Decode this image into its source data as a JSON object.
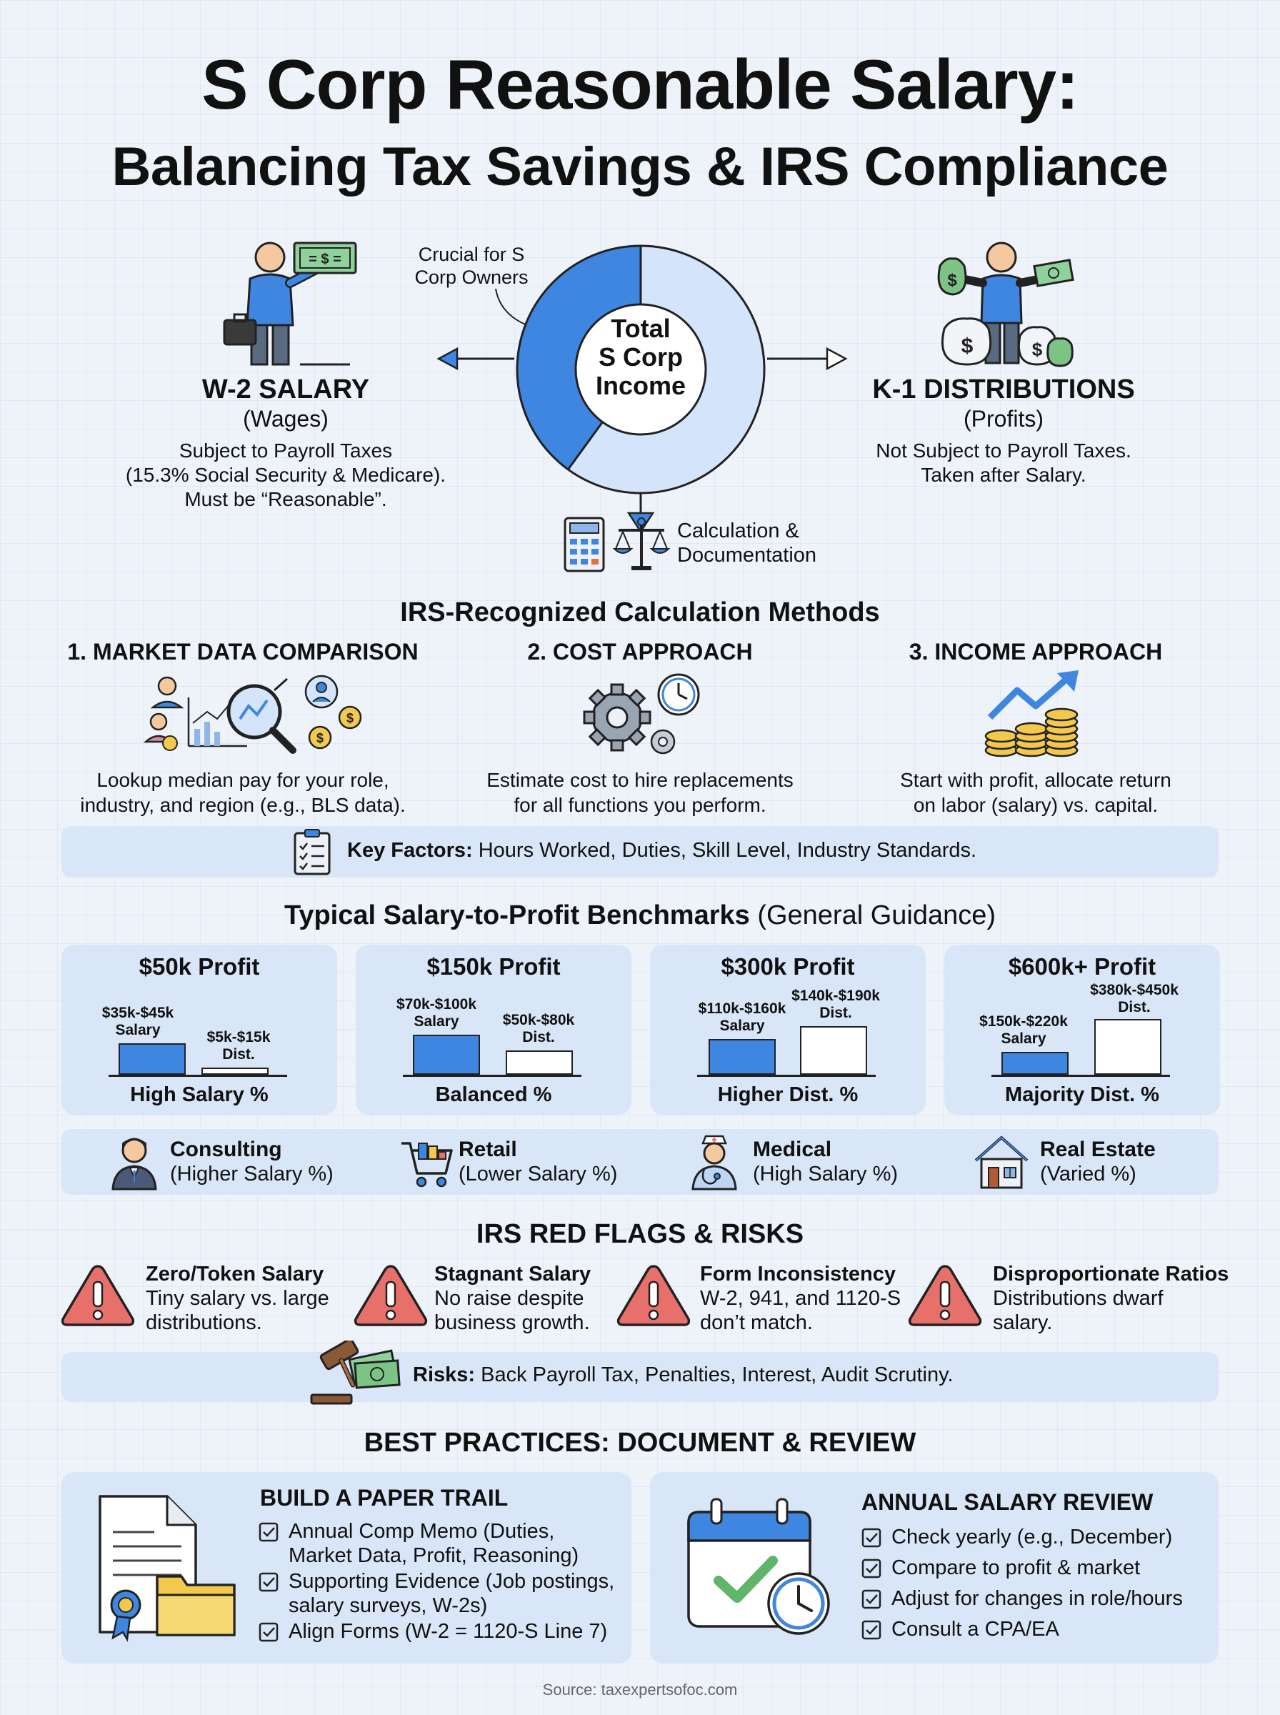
{
  "title": {
    "line1": "S Corp Reasonable Salary:",
    "line2": "Balancing Tax Savings & IRS Compliance"
  },
  "hero": {
    "left": {
      "heading": "W-2 SALARY",
      "sub": "(Wages)",
      "body": [
        "Subject to Payroll Taxes",
        "(15.3% Social Security & Medicare).",
        "Must be “Reasonable”."
      ],
      "bill_symbol": "= $ ="
    },
    "center": {
      "callout": [
        "Crucial for S",
        "Corp Owners"
      ],
      "label": [
        "Total",
        "S Corp",
        "Income"
      ],
      "salary_share": 0.4,
      "calc_text": [
        "Calculation &",
        "Documentation"
      ]
    },
    "right": {
      "heading": "K-1 DISTRIBUTIONS",
      "sub": "(Profits)",
      "body": [
        "Not Subject to Payroll Taxes.",
        "Taken after Salary."
      ]
    }
  },
  "methods": {
    "title": "IRS-Recognized Calculation Methods",
    "items": [
      {
        "heading": "1. MARKET DATA COMPARISON",
        "desc": [
          "Lookup median pay for your role,",
          "industry, and region (e.g., BLS data)."
        ]
      },
      {
        "heading": "2. COST APPROACH",
        "desc": [
          "Estimate cost to hire replacements",
          "for all functions you perform."
        ]
      },
      {
        "heading": "3. INCOME APPROACH",
        "desc": [
          "Start with profit, allocate return",
          "on labor (salary) vs. capital."
        ]
      }
    ],
    "key_factors_label": "Key Factors:",
    "key_factors_text": " Hours Worked, Duties, Skill Level, Industry Standards."
  },
  "benchmarks": {
    "title_bold": "Typical Salary-to-Profit Benchmarks",
    "title_normal": " (General Guidance)",
    "cards": [
      {
        "title": "$50k Profit",
        "salary_label": [
          "$35k-$45k",
          "Salary"
        ],
        "dist_label": [
          "$5k-$15k",
          "Dist."
        ],
        "footer": "High Salary %"
      },
      {
        "title": "$150k Profit",
        "salary_label": [
          "$70k-$100k",
          "Salary"
        ],
        "dist_label": [
          "$50k-$80k",
          "Dist."
        ],
        "footer": "Balanced %"
      },
      {
        "title": "$300k Profit",
        "salary_label": [
          "$110k-$160k",
          "Salary"
        ],
        "dist_label": [
          "$140k-$190k",
          "Dist."
        ],
        "footer": "Higher Dist. %"
      },
      {
        "title": "$600k+ Profit",
        "salary_label": [
          "$150k-$220k",
          "Salary"
        ],
        "dist_label": [
          "$380k-$450k",
          "Dist."
        ],
        "footer": "Majority Dist. %"
      }
    ],
    "industries": [
      {
        "name": "Consulting",
        "note": "(Higher Salary %)",
        "icon": "consultant-icon"
      },
      {
        "name": "Retail",
        "note": "(Lower Salary %)",
        "icon": "shopping-cart-icon"
      },
      {
        "name": "Medical",
        "note": "(High Salary %)",
        "icon": "nurse-icon"
      },
      {
        "name": "Real Estate",
        "note": "(Varied %)",
        "icon": "house-icon"
      }
    ]
  },
  "red_flags": {
    "title": "IRS RED FLAGS & RISKS",
    "items": [
      {
        "heading": "Zero/Token Salary",
        "body": [
          "Tiny salary vs. large",
          "distributions."
        ]
      },
      {
        "heading": "Stagnant Salary",
        "body": [
          "No raise despite",
          "business growth."
        ]
      },
      {
        "heading": "Form Inconsistency",
        "body": [
          "W-2, 941, and 1120-S",
          "don’t match."
        ]
      },
      {
        "heading": "Disproportionate Ratios",
        "body": [
          "Distributions dwarf",
          "salary."
        ]
      }
    ],
    "risks_label": "Risks:",
    "risks_text": " Back Payroll Tax, Penalties, Interest, Audit Scrutiny."
  },
  "best_practices": {
    "title": "BEST PRACTICES: DOCUMENT & REVIEW",
    "paper_trail": {
      "heading": "BUILD A PAPER TRAIL",
      "items": [
        [
          "Annual Comp Memo (Duties,",
          "Market Data, Profit, Reasoning)"
        ],
        [
          "Supporting Evidence (Job postings,",
          "salary surveys, W-2s)"
        ],
        [
          "Align Forms (W-2 = 1120-S Line 7)"
        ]
      ]
    },
    "annual_review": {
      "heading": "ANNUAL SALARY REVIEW",
      "items": [
        "Check yearly (e.g., December)",
        "Compare to profit & market",
        "Adjust for changes in role/hours",
        "Consult a CPA/EA"
      ]
    }
  },
  "source": "Source: taxexpertsofoc.com",
  "colors": {
    "accent_blue": "#3f86e0",
    "light_blue": "#d4e5fb",
    "card_bg": "#d8e6f7",
    "warning_red": "#e8706a",
    "money_green": "#5fb56a",
    "coin_gold": "#f2c94c"
  }
}
